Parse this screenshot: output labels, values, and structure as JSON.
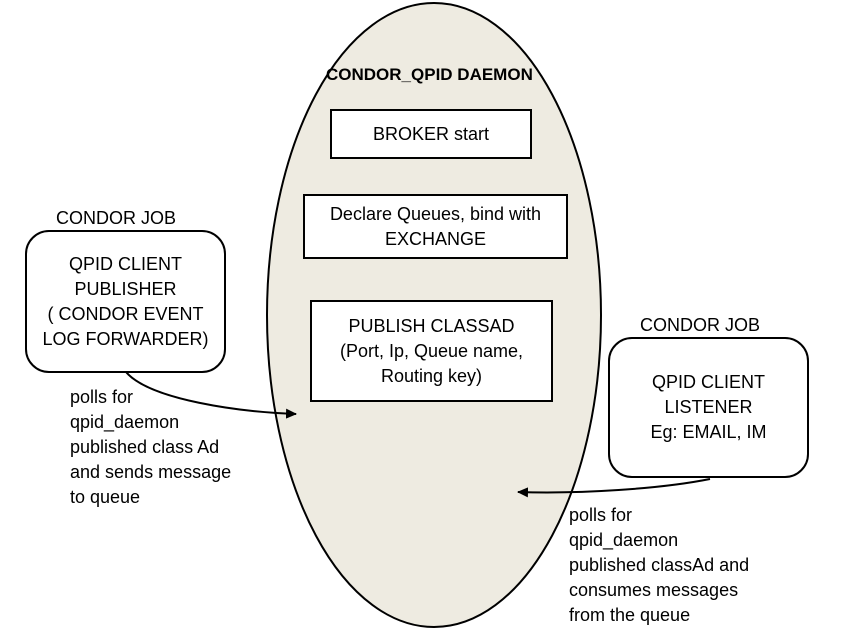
{
  "colors": {
    "ellipse_fill": "#eeebe1",
    "stroke": "#000000",
    "background": "#ffffff"
  },
  "daemon": {
    "title": "CONDOR_QPID  DAEMON",
    "broker_box": "BROKER  start",
    "declare_box": "Declare Queues, bind  with\nEXCHANGE",
    "publish_box": "PUBLISH CLASSAD\n(Port, Ip, Queue name,\nRouting key)"
  },
  "publisher": {
    "job_label": "CONDOR JOB",
    "box_text": "QPID CLIENT\nPUBLISHER\n( CONDOR EVENT\nLOG FORWARDER)",
    "arrow_note": "polls for\nqpid_daemon\npublished class Ad\nand sends message\nto queue"
  },
  "listener": {
    "job_label": "CONDOR JOB",
    "box_text": "QPID CLIENT\nLISTENER\nEg: EMAIL, IM",
    "arrow_note": "polls for\nqpid_daemon\npublished classAd and\nconsumes messages\nfrom the queue"
  }
}
